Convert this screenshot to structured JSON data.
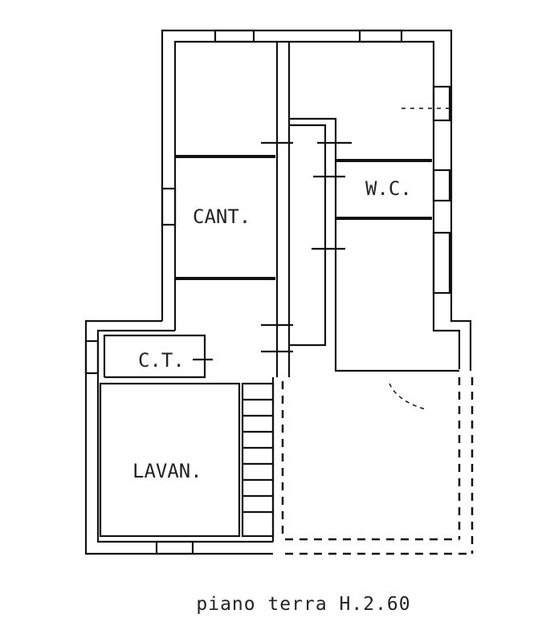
{
  "rooms": {
    "cantina": "CANT.",
    "wc": "W.C.",
    "centrale_termica": "C.T.",
    "lavanderia": "LAVAN."
  },
  "caption": "piano terra H.2.60"
}
